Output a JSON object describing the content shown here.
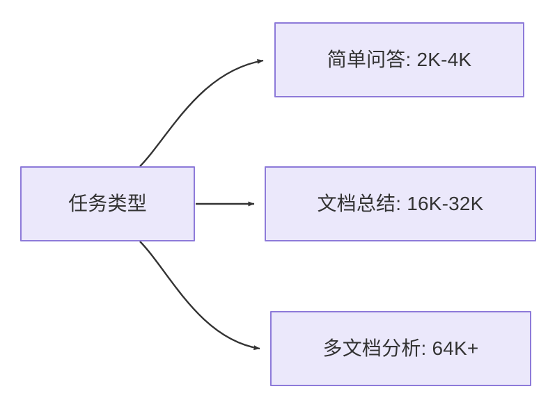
{
  "diagram": {
    "type": "flowchart",
    "direction": "left-to-right",
    "background_color": "#ffffff",
    "node_fill_color": "#ebe8fb",
    "node_border_color": "#8d7ad9",
    "text_color": "#333333",
    "edge_color": "#333333",
    "nodes": [
      {
        "id": "task-type",
        "label": "任务类型",
        "role": "source"
      },
      {
        "id": "simple-qa",
        "label": "简单问答: 2K-4K",
        "role": "target"
      },
      {
        "id": "doc-summary",
        "label": "文档总结: 16K-32K",
        "role": "target"
      },
      {
        "id": "multi-doc",
        "label": "多文档分析: 64K+",
        "role": "target"
      }
    ],
    "edges": [
      {
        "id": "edge-task-type-to-simple-qa",
        "from": "task-type",
        "to": "simple-qa",
        "label": "",
        "style": "curved",
        "arrowhead": "triangle"
      },
      {
        "id": "edge-task-type-to-doc-summary",
        "from": "task-type",
        "to": "doc-summary",
        "label": "",
        "style": "straight",
        "arrowhead": "triangle"
      },
      {
        "id": "edge-task-type-to-multi-doc",
        "from": "task-type",
        "to": "multi-doc",
        "label": "",
        "style": "curved",
        "arrowhead": "triangle"
      }
    ]
  }
}
